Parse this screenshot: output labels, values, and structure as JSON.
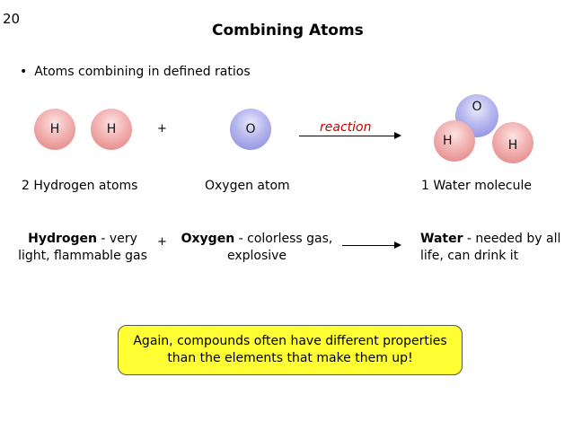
{
  "slide": {
    "number": "20",
    "title": "Combining Atoms",
    "bullet": "Atoms combining in defined ratios"
  },
  "atoms": {
    "hydrogen_symbol": "H",
    "oxygen_symbol": "O"
  },
  "equation": {
    "plus": "+",
    "reaction_label": "reaction"
  },
  "labels": {
    "hydrogen": "2 Hydrogen atoms",
    "oxygen": "Oxygen atom",
    "water": "1 Water molecule"
  },
  "descriptions": {
    "hydrogen_name": "Hydrogen",
    "hydrogen_text": " - very light, flammable gas",
    "oxygen_name": "Oxygen",
    "oxygen_text": " - colorless gas, explosive",
    "water_name": "Water",
    "water_text": " - needed by all life, can drink it"
  },
  "callout": "Again, compounds often have different properties than the elements that make them up!",
  "colors": {
    "hydrogen": "#f2b1b1",
    "oxygen": "#b6b6ef",
    "reaction_label": "#cc0000",
    "callout_background": "#ffff33"
  }
}
